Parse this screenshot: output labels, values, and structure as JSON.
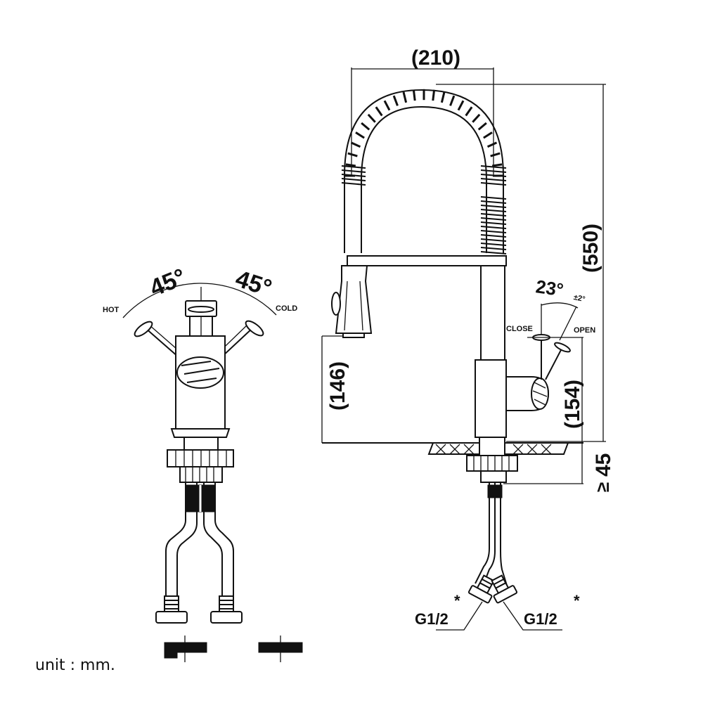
{
  "dimensions": {
    "width": "(210)",
    "height": "(550)",
    "spout_clearance": "(146)",
    "handle_height": "(154)",
    "counter_thickness": "45",
    "counter_symbol": "≥"
  },
  "angles": {
    "hot_angle": "45°",
    "cold_angle": "45°",
    "lever_angle": "23°",
    "lever_tolerance": "±2°"
  },
  "labels": {
    "hot": "HOT",
    "cold": "COLD",
    "close": "CLOSE",
    "open": "OPEN",
    "thread_left": "G1/2",
    "thread_right": "G1/2",
    "asterisk": "*"
  },
  "unit_note": "unit : mm."
}
